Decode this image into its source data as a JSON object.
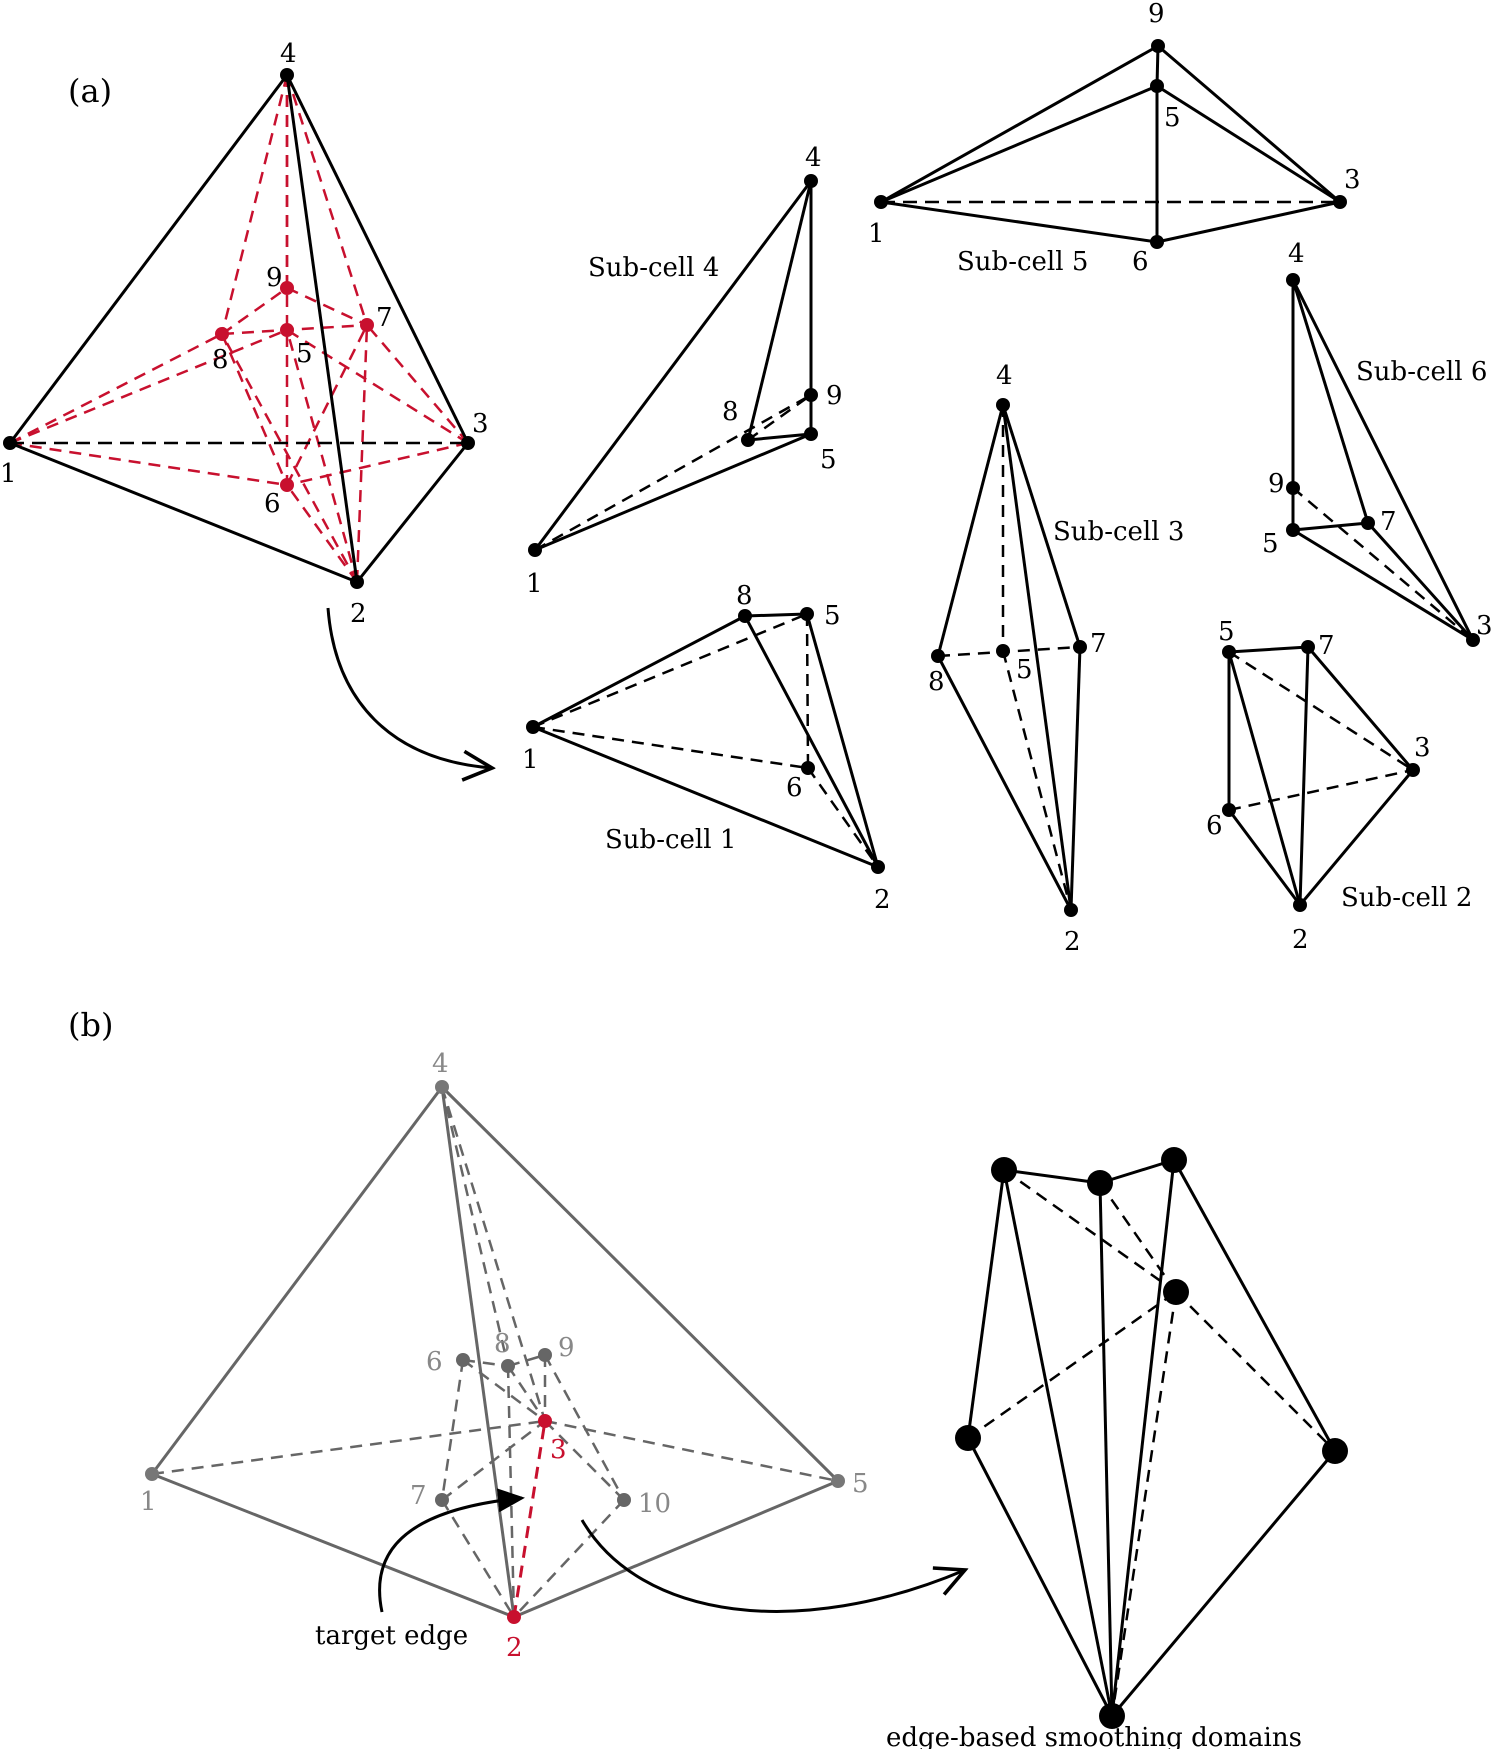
{
  "panels": {
    "a_label": "(a)",
    "b_label": "(b)"
  },
  "colors": {
    "black": "#000000",
    "red": "#c8102e",
    "gray": "#666666",
    "gray_text": "#888888"
  },
  "panel_a": {
    "main_nodes": {
      "n1": "1",
      "n2": "2",
      "n3": "3",
      "n4": "4",
      "n5": "5",
      "n6": "6",
      "n7": "7",
      "n8": "8",
      "n9": "9"
    },
    "subcell1": {
      "title": "Sub-cell 1",
      "n1": "1",
      "n2": "2",
      "n5": "5",
      "n6": "6",
      "n8": "8"
    },
    "subcell2": {
      "title": "Sub-cell 2",
      "n2": "2",
      "n3": "3",
      "n5": "5",
      "n6": "6",
      "n7": "7"
    },
    "subcell3": {
      "title": "Sub-cell 3",
      "n2": "2",
      "n4": "4",
      "n5": "5",
      "n7": "7",
      "n8": "8"
    },
    "subcell4": {
      "title": "Sub-cell 4",
      "n1": "1",
      "n4": "4",
      "n5": "5",
      "n8": "8",
      "n9": "9"
    },
    "subcell5": {
      "title": "Sub-cell 5",
      "n1": "1",
      "n3": "3",
      "n5": "5",
      "n6": "6",
      "n9": "9"
    },
    "subcell6": {
      "title": "Sub-cell 6",
      "n3": "3",
      "n4": "4",
      "n5": "5",
      "n7": "7",
      "n9": "9"
    }
  },
  "panel_b": {
    "nodes": {
      "n1": "1",
      "n2": "2",
      "n3": "3",
      "n4": "4",
      "n5": "5",
      "n6": "6",
      "n7": "7",
      "n8": "8",
      "n9": "9",
      "n10": "10"
    },
    "target_edge_label": "target edge",
    "domains_caption": "edge-based smoothing domains"
  }
}
